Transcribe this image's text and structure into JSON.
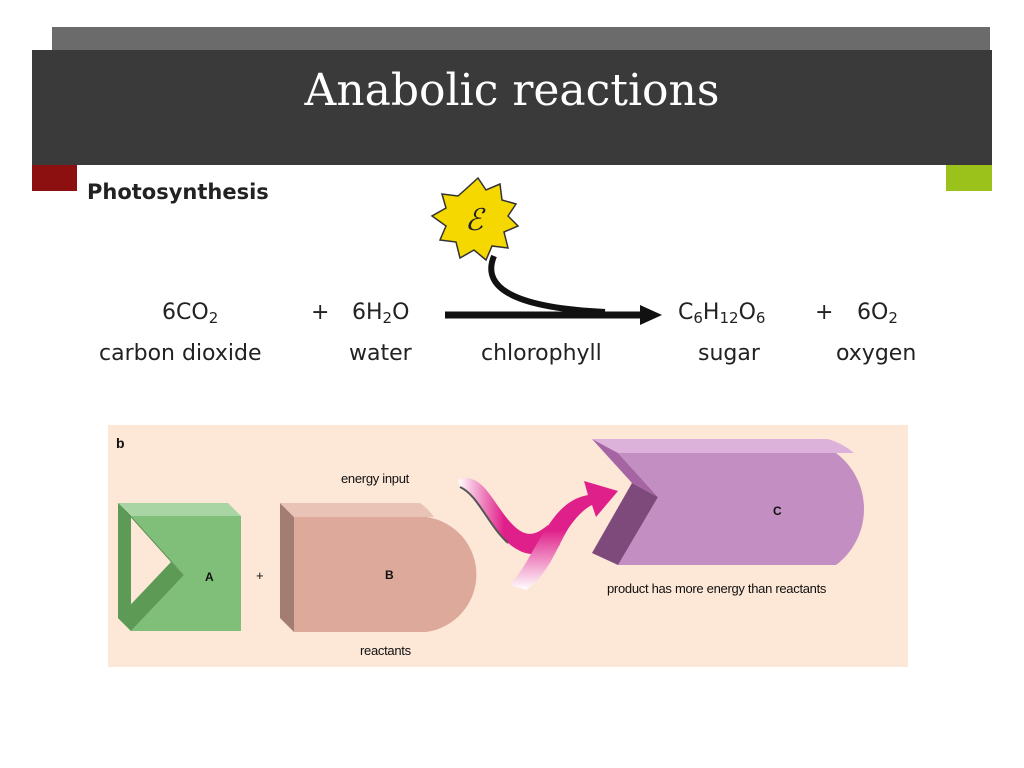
{
  "slide": {
    "title": "Anabolic reactions"
  },
  "photosynthesis": {
    "heading": "Photosynthesis",
    "energy_symbol": "ℰ",
    "reactant1": {
      "coef": "6CO",
      "sub": "2",
      "name": "carbon dioxide"
    },
    "plus1": "+",
    "reactant2": {
      "pre": "6H",
      "sub": "2",
      "post": "O",
      "name": "water"
    },
    "catalyst": "chlorophyll",
    "product1": {
      "c": "C",
      "c_sub": "6",
      "h": "H",
      "h_sub": "12",
      "o": "O",
      "o_sub": "6",
      "name": "sugar"
    },
    "plus2": "+",
    "product2": {
      "coef": "6O",
      "sub": "2",
      "name": "oxygen"
    }
  },
  "panel_b": {
    "label": "b",
    "energy_input": "energy input",
    "reactant_a": "A",
    "plus": "+",
    "reactant_b": "B",
    "product_c": "C",
    "reactants_caption": "reactants",
    "product_caption": "product has more energy than reactants"
  },
  "colors": {
    "header_dark": "#3a3a3a",
    "header_gray": "#6b6b6b",
    "accent_red": "#8c1010",
    "accent_green": "#9bc21a",
    "panel_bg": "#fde7d6",
    "shape_a": "#7fbf7a",
    "shape_b": "#dca99a",
    "shape_c": "#c38fc2",
    "energy_arrow": "#e0208a",
    "energy_sun": "#f5d800"
  }
}
